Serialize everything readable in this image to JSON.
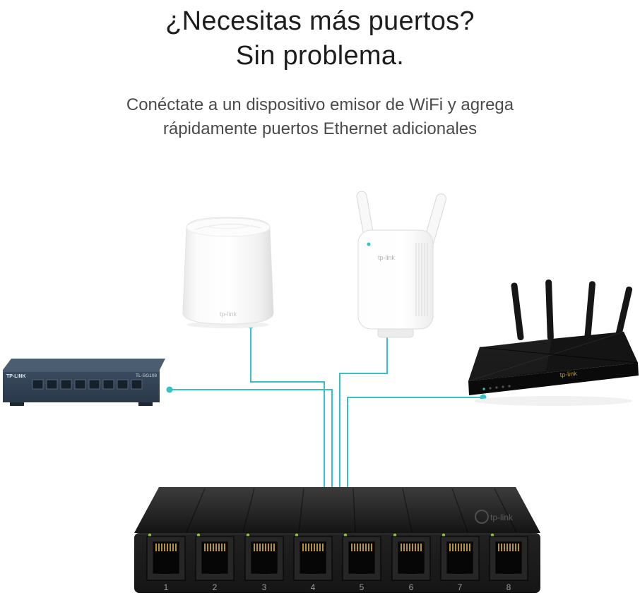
{
  "header": {
    "title_line1": "¿Necesitas más puertos?",
    "title_line2": "Sin problema.",
    "subtitle_line1": "Conéctate a un dispositivo emisor de WiFi y agrega",
    "subtitle_line2": "rápidamente puertos Ethernet adicionales"
  },
  "devices": {
    "mesh_router": {
      "label": "tp-link"
    },
    "range_extender": {
      "label": "tp-link"
    },
    "desktop_switch": {
      "brand": "TP-LINK",
      "model": "TL-SG108"
    },
    "wifi_router": {
      "label": "tp-link"
    },
    "main_switch": {
      "label": "tp-link",
      "port_labels": [
        "1",
        "2",
        "3",
        "4",
        "5",
        "6",
        "7",
        "8"
      ]
    }
  },
  "colors": {
    "accent_teal": "#35c1c5",
    "title_text": "#1d1d1f",
    "subtitle_text": "#4b4b4b"
  }
}
